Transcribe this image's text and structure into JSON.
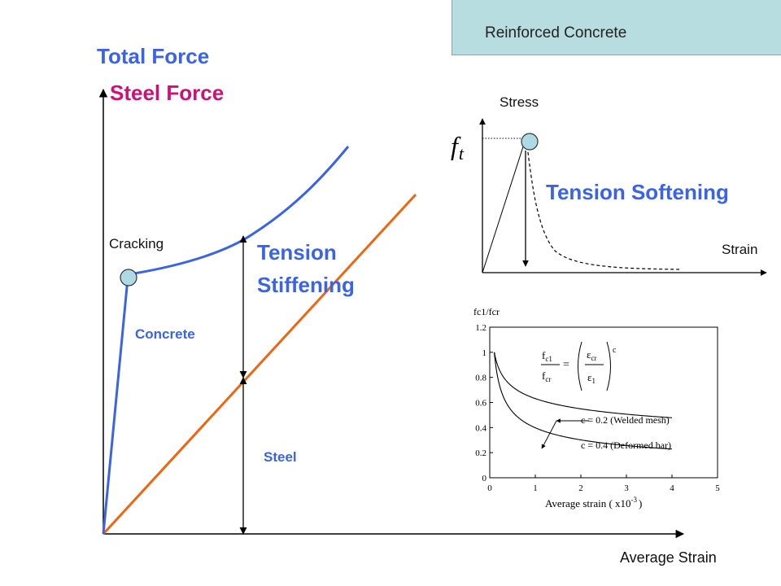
{
  "header": {
    "title": "Reinforced Concrete"
  },
  "colors": {
    "total_force": "#3a63e6",
    "steel_force": "#cc1177",
    "steel_line": "#ee6611",
    "axis": "#000000",
    "node_fill": "#aedbe3",
    "header_bg": "#b7dde0"
  },
  "main_chart": {
    "labels": {
      "total_force": "Total Force",
      "steel_force": "Steel Force",
      "cracking": "Cracking",
      "tension_stiffening_1": "Tension",
      "tension_stiffening_2": "Stiffening",
      "concrete": "Concrete",
      "steel": "Steel",
      "x_axis": "Average Strain"
    }
  },
  "softening_chart": {
    "labels": {
      "y_axis": "Stress",
      "x_axis": "Strain",
      "ft_main": "f",
      "ft_sub": "t",
      "title": "Tension Softening"
    }
  },
  "chart_data": {
    "type": "line",
    "title": "",
    "ylabel": "fc1/fcr",
    "xlabel": "Average strain ( x10",
    "xlabel_exponent": "-3",
    "xlabel_suffix": ")",
    "xlim": [
      0,
      5
    ],
    "ylim": [
      0,
      1.2
    ],
    "x_ticks": [
      "0",
      "1",
      "2",
      "3",
      "4",
      "5"
    ],
    "y_ticks": [
      "0",
      "0.2",
      "0.4",
      "0.6",
      "0.8",
      "1",
      "1.2"
    ],
    "formula": {
      "lhs_num": "f",
      "lhs_num_sub": "c1",
      "lhs_den": "f",
      "lhs_den_sub": "cr",
      "rhs_num": "ε",
      "rhs_num_sub": "cr",
      "rhs_den": "ε",
      "rhs_den_sub": "1",
      "exponent": "c"
    },
    "eps_cr": 0.1,
    "series": [
      {
        "name": "c = 0.2 (Welded mesh)",
        "c": 0.2,
        "x": [
          0.1,
          0.2,
          0.5,
          1.0,
          1.5,
          2.0,
          2.5,
          3.0,
          3.5,
          4.0
        ],
        "values": [
          1.0,
          0.871,
          0.725,
          0.631,
          0.582,
          0.549,
          0.525,
          0.506,
          0.491,
          0.478
        ]
      },
      {
        "name": "c = 0.4 (Deformed bar)",
        "c": 0.4,
        "x": [
          0.1,
          0.2,
          0.5,
          1.0,
          1.5,
          2.0,
          2.5,
          3.0,
          3.5,
          4.0
        ],
        "values": [
          1.0,
          0.758,
          0.525,
          0.398,
          0.338,
          0.302,
          0.276,
          0.256,
          0.24,
          0.228
        ]
      }
    ]
  }
}
